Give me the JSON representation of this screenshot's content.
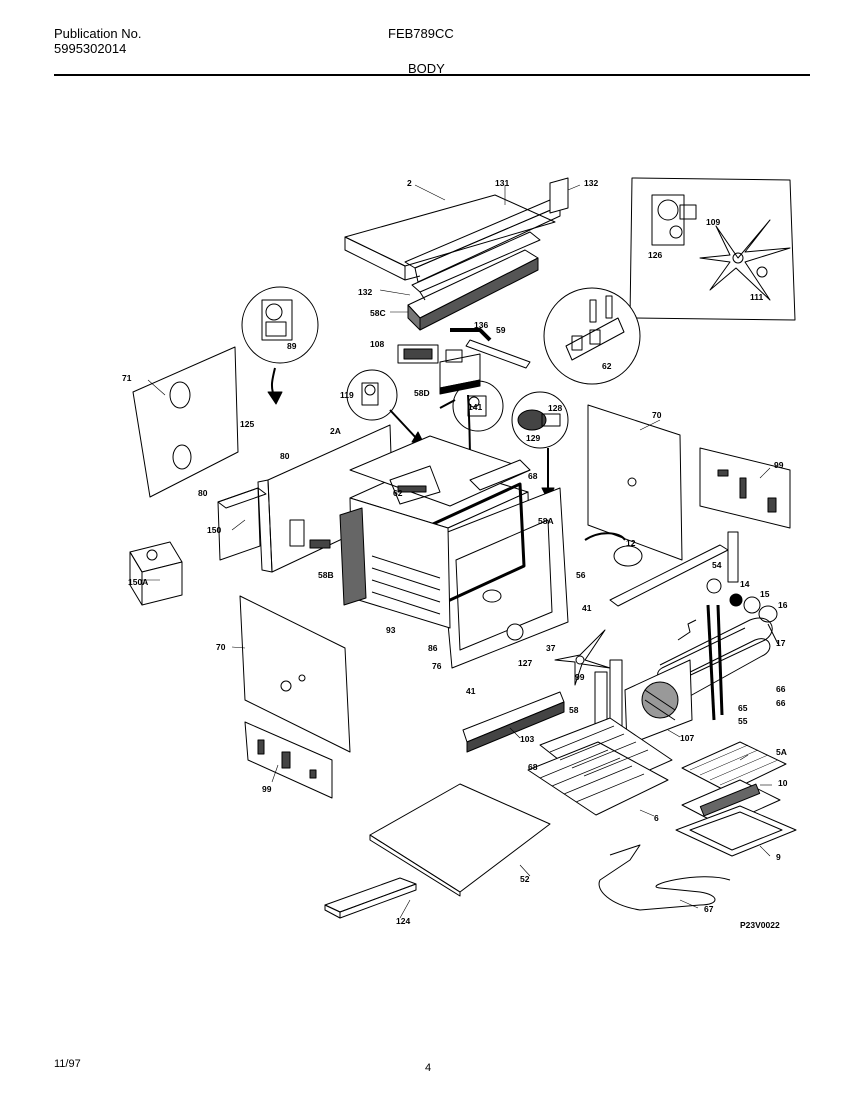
{
  "header": {
    "publication_label": "Publication No.",
    "publication_number": "5995302014",
    "model": "FEB789CC",
    "section": "BODY"
  },
  "diagram": {
    "drawing_code": "P23V0022",
    "callouts": {
      "c2": "2",
      "c131": "131",
      "c132a": "132",
      "c132b": "132",
      "c126a": "126",
      "c109": "109",
      "c111": "111",
      "c89": "89",
      "c58C": "58C",
      "c136": "136",
      "c59": "59",
      "c108": "108",
      "c62a": "62",
      "c71": "71",
      "c119": "119",
      "c58D": "58D",
      "c141": "141",
      "c128": "128",
      "c129": "129",
      "c70a": "70",
      "c125b": "125",
      "c2A": "2A",
      "c80a": "80",
      "c80b": "80",
      "c62b": "62",
      "c68": "68",
      "c99a": "99",
      "c150": "150",
      "c58A": "58A",
      "c12": "12",
      "c150A": "150A",
      "c58B": "58B",
      "c56": "56",
      "c54": "54",
      "c14": "14",
      "c15": "15",
      "c16": "16",
      "c41a": "41",
      "c17": "17",
      "c70b": "70",
      "c93": "93",
      "c37": "37",
      "c86": "86",
      "c127": "127",
      "c76": "76",
      "c41b": "41",
      "c99b": "99",
      "c66": "66",
      "c65": "65",
      "c58b": "58",
      "c103": "103",
      "c107": "107",
      "c55": "55",
      "c99c": "99",
      "c5A": "5A",
      "c10": "10",
      "c6": "6",
      "c9": "9",
      "c52": "52",
      "c67": "67",
      "c124": "124"
    }
  },
  "footer": {
    "date": "11/97",
    "page": "4"
  }
}
